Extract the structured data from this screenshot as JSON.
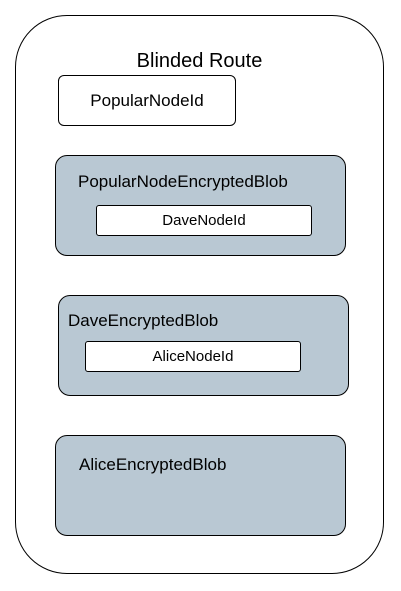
{
  "diagram": {
    "title": "Blinded Route",
    "colors": {
      "blob_fill": "#b9c8d3",
      "border": "#000000",
      "background": "#ffffff"
    },
    "nodes": {
      "popular_node_id": "PopularNodeId",
      "popular_blob": {
        "label": "PopularNodeEncryptedBlob",
        "inner": "DaveNodeId"
      },
      "dave_blob": {
        "label": "DaveEncryptedBlob",
        "inner": "AliceNodeId"
      },
      "alice_blob": {
        "label": "AliceEncryptedBlob"
      }
    }
  }
}
